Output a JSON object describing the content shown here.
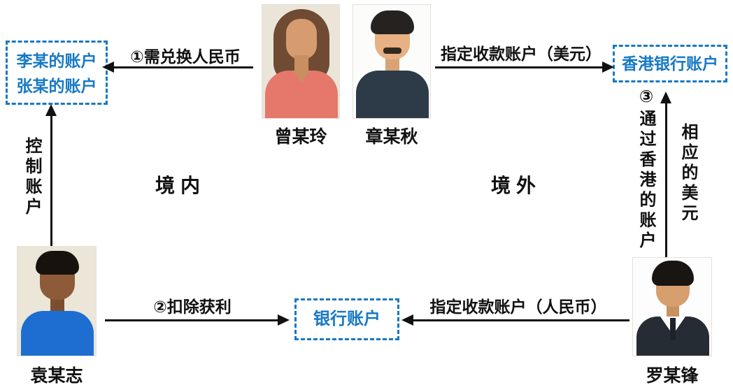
{
  "colors": {
    "accent_blue": "#1779c4",
    "arrow_black": "#111111"
  },
  "regions": {
    "domestic": "境内",
    "overseas": "境外"
  },
  "boxes": {
    "left_accounts": {
      "lines": [
        "李某的账户",
        "张某的账户"
      ]
    },
    "hk_account": {
      "label": "香港银行账户"
    },
    "bank_account": {
      "label": "银行账户"
    }
  },
  "persons": {
    "zeng": {
      "name": "曾某玲"
    },
    "zhang": {
      "name": "章某秋"
    },
    "yuan": {
      "name": "袁某志"
    },
    "luo": {
      "name": "罗某锋"
    }
  },
  "arrows": {
    "need_exchange": "①需兑换人民币",
    "designate_usd": "指定收款账户（美元）",
    "control_account": "控制账户",
    "deduct_profit": "②扣除获利",
    "designate_rmb": "指定收款账户（人民币）",
    "via_hk_account": "③通过香港的账户",
    "corresponding_usd": "相应的美元"
  }
}
